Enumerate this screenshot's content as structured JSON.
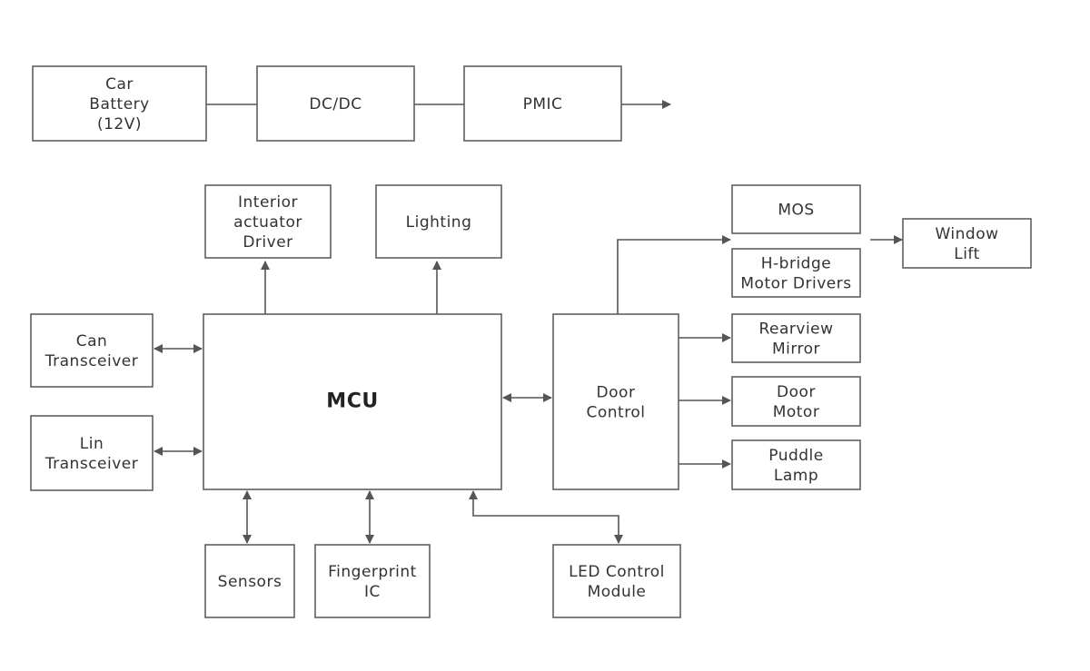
{
  "colors": {
    "line": "#555555",
    "text": "#333333",
    "background": "#ffffff"
  },
  "nodes": {
    "battery": {
      "lines": [
        "Car",
        "Battery",
        "(12V)"
      ]
    },
    "dcdc": {
      "lines": [
        "DC/DC"
      ]
    },
    "pmic": {
      "lines": [
        "PMIC"
      ]
    },
    "interior": {
      "lines": [
        "Interior",
        "actuator",
        "Driver"
      ]
    },
    "lighting": {
      "lines": [
        "Lighting"
      ]
    },
    "mos": {
      "lines": [
        "MOS"
      ]
    },
    "hbridge": {
      "lines": [
        "H-bridge",
        "Motor Drivers"
      ]
    },
    "window": {
      "lines": [
        "Window",
        "Lift"
      ]
    },
    "can": {
      "lines": [
        "Can",
        "Transceiver"
      ]
    },
    "lin": {
      "lines": [
        "Lin",
        "Transceiver"
      ]
    },
    "mcu": {
      "lines": [
        "MCU"
      ]
    },
    "door": {
      "lines": [
        "Door",
        "Control"
      ]
    },
    "rearview": {
      "lines": [
        "Rearview",
        "Mirror"
      ]
    },
    "doormotor": {
      "lines": [
        "Door",
        "Motor"
      ]
    },
    "puddle": {
      "lines": [
        "Puddle",
        "Lamp"
      ]
    },
    "sensors": {
      "lines": [
        "Sensors"
      ]
    },
    "fingerprint": {
      "lines": [
        "Fingerprint",
        "IC"
      ]
    },
    "led": {
      "lines": [
        "LED Control",
        "Module"
      ]
    }
  },
  "edges": [
    {
      "from": "battery",
      "to": "dcdc",
      "style": "line"
    },
    {
      "from": "dcdc",
      "to": "pmic",
      "style": "line"
    },
    {
      "from": "pmic",
      "to": "",
      "style": "arrow"
    },
    {
      "from": "mcu",
      "to": "interior",
      "style": "arrow"
    },
    {
      "from": "mcu",
      "to": "lighting",
      "style": "arrow"
    },
    {
      "from": "can",
      "to": "mcu",
      "style": "bidirectional"
    },
    {
      "from": "lin",
      "to": "mcu",
      "style": "bidirectional"
    },
    {
      "from": "mcu",
      "to": "door",
      "style": "bidirectional"
    },
    {
      "from": "door",
      "to": "mos",
      "style": "arrow"
    },
    {
      "from": "hbridge",
      "to": "window",
      "style": "arrow"
    },
    {
      "from": "door",
      "to": "rearview",
      "style": "arrow"
    },
    {
      "from": "door",
      "to": "doormotor",
      "style": "arrow"
    },
    {
      "from": "door",
      "to": "puddle",
      "style": "arrow"
    },
    {
      "from": "mcu",
      "to": "sensors",
      "style": "bidirectional"
    },
    {
      "from": "mcu",
      "to": "fingerprint",
      "style": "bidirectional"
    },
    {
      "from": "mcu",
      "to": "led",
      "style": "bidirectional"
    }
  ]
}
